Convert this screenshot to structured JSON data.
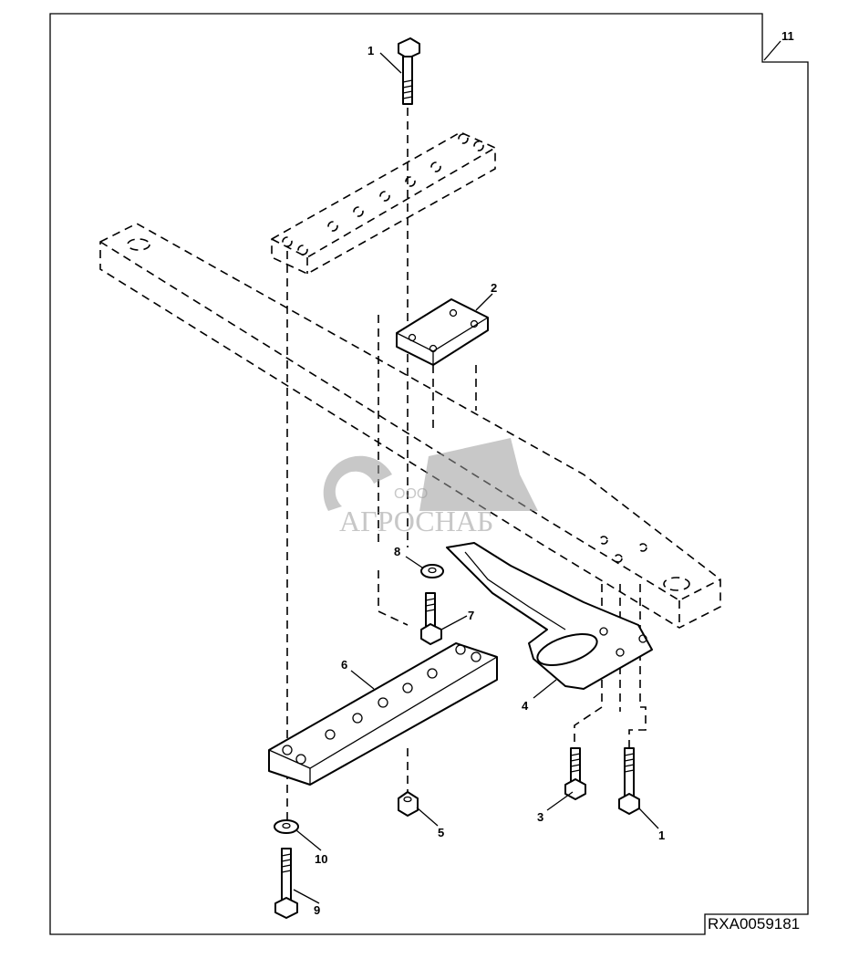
{
  "figure_id": "RXA0059181",
  "watermark": {
    "prefix": "ООО",
    "name": "АГРОСНАБ"
  },
  "callouts": {
    "c1_top": "1",
    "c2": "2",
    "c3": "3",
    "c1_bottom": "1",
    "c4": "4",
    "c5": "5",
    "c6": "6",
    "c7": "7",
    "c8": "8",
    "c9": "9",
    "c10": "10",
    "c11": "11"
  }
}
